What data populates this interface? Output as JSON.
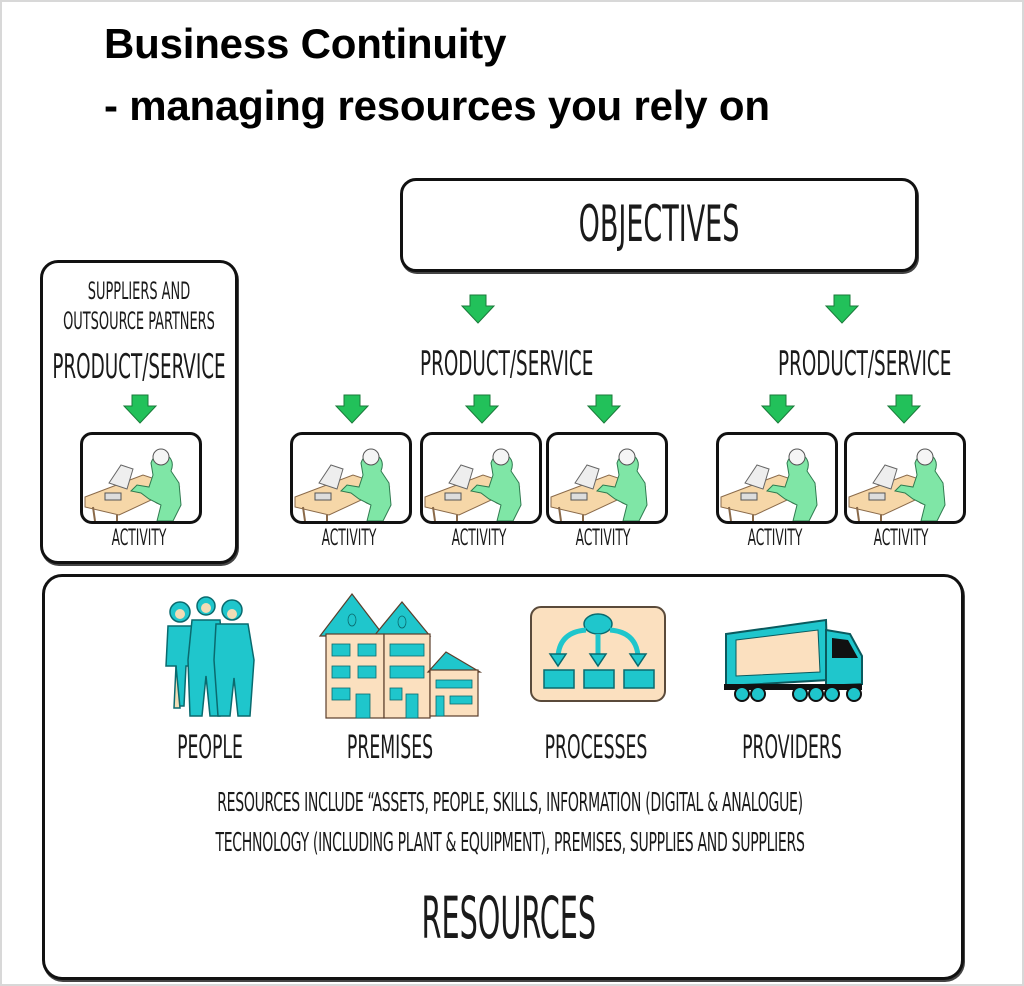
{
  "header": {
    "title_line1": "Business Continuity",
    "title_line2": "- managing resources you rely on"
  },
  "objectives": {
    "label": "Objectives"
  },
  "suppliers_box": {
    "heading_line1": "Suppliers and",
    "heading_line2": "Outsource Partners",
    "product_service": "Product/Service",
    "activity": "Activity"
  },
  "product_groups": [
    {
      "label": "Product/Service",
      "activities": [
        "Activity",
        "Activity",
        "Activity"
      ]
    },
    {
      "label": "Product/Service",
      "activities": [
        "Activity",
        "Activity"
      ]
    }
  ],
  "resources": {
    "items": [
      {
        "label": "People",
        "icon": "people-icon"
      },
      {
        "label": "Premises",
        "icon": "building-icon"
      },
      {
        "label": "Processes",
        "icon": "flowchart-icon"
      },
      {
        "label": "Providers",
        "icon": "truck-icon"
      }
    ],
    "description_line1": "Resources include “assets, people, skills, information (digital & analogue)",
    "description_line2": "technology (including plant & equipment), premises, supplies and suppliers",
    "title": "Resources"
  },
  "colors": {
    "arrow_green": "#22c15a",
    "teal": "#1fc6cc",
    "peach": "#fbe0bf",
    "worker_green": "#7fe6a6",
    "outline": "#111111"
  }
}
